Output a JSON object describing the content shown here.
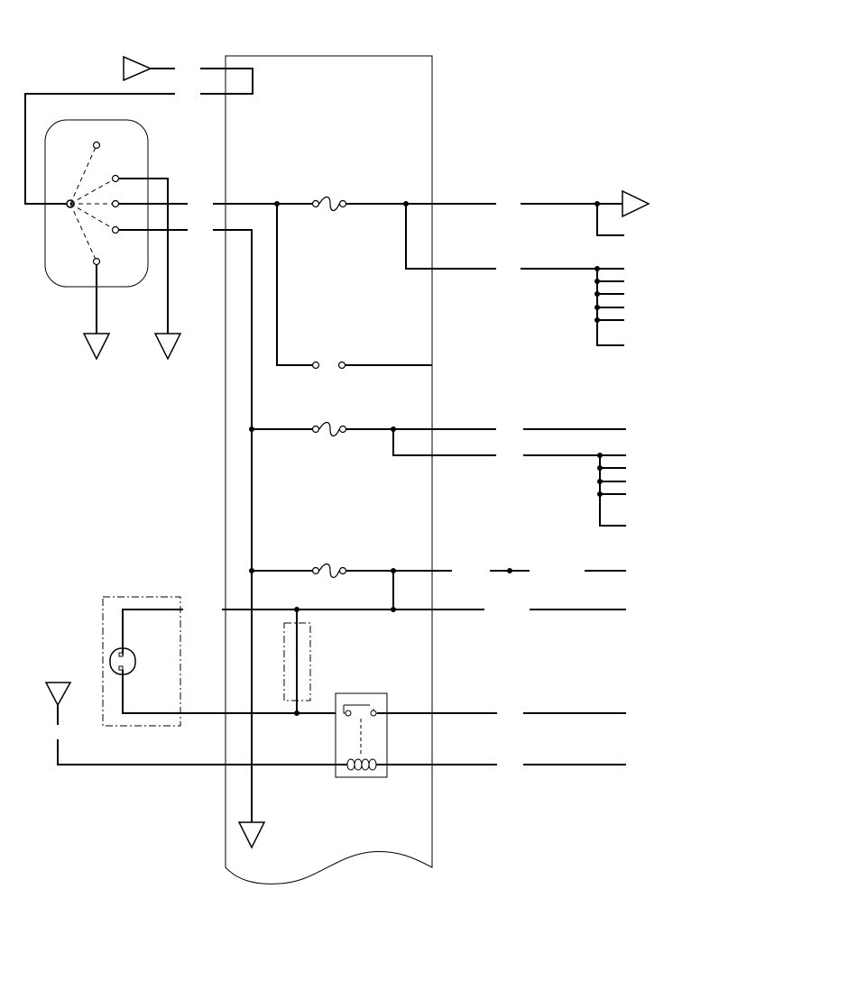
{
  "diagram": {
    "kind": "wiring-schematic",
    "colors": {
      "background": "#ffffff",
      "line": "#000000",
      "junction": "#000000"
    },
    "components": {
      "ignition_switch": {
        "positions": 5
      },
      "fuses": 3,
      "open_contact": 1,
      "relay": 1,
      "lamp_socket": 1,
      "ground_symbols": 4,
      "connector_symbols": 2,
      "junction_box": 1
    }
  }
}
